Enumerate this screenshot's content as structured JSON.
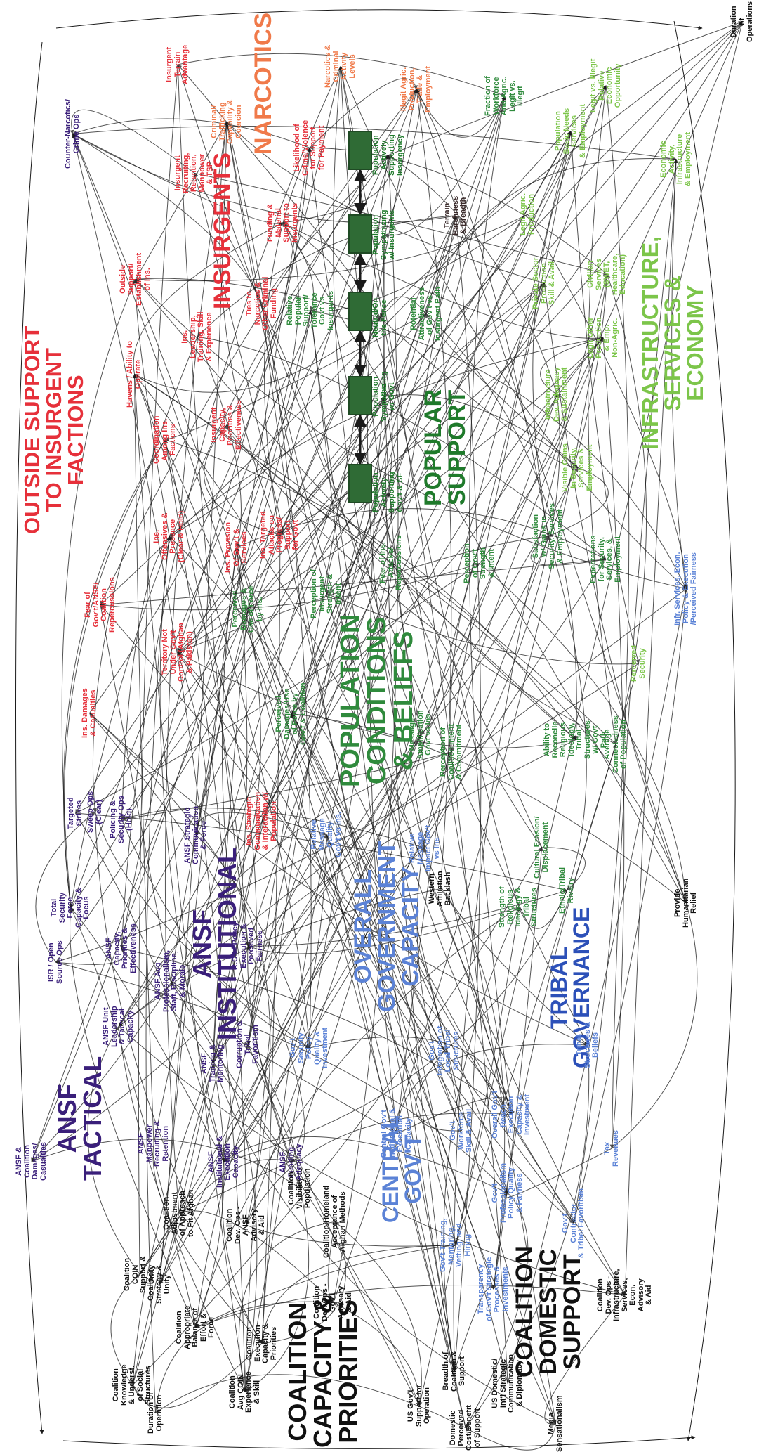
{
  "colors": {
    "coalition": "#111111",
    "ansf": "#3a1f7a",
    "gov": "#5b82d6",
    "tribal": "#2c50b8",
    "popcond": "#2f8a3c",
    "popsupport": "#1f7a2b",
    "infra": "#7cc54a",
    "insurgents": "#e6303a",
    "narcotics": "#f07a4a",
    "outside": "#e6303a",
    "link": "#1a1a1a",
    "stock": "#2f6b35"
  },
  "sectors": {
    "coalition_capacity": "COALITION\nCAPACITY &\nPRIORITIES",
    "coalition_domestic": "COALITION\nDOMESTIC\nSUPPORT",
    "ansf_tactical": "ANSF\nTACTICAL",
    "ansf_institutional": "ANSF\nINSTITUTIONAL",
    "central_govt": "CENTRAL\nGOV'T",
    "overall_govt": "OVERALL\nGOVERNMENT\nCAPACITY",
    "tribal": "TRIBAL\nGOVERNANCE",
    "population_conditions": "POPULATION\nCONDITIONS\n& BELIEFS",
    "popular_support": "POPULAR\nSUPPORT",
    "infrastructure": "INFRASTRUCTURE,\nSERVICES &\nECONOMY",
    "insurgents": "INSURGENTS",
    "narcotics": "NARCOTICS",
    "outside_support": "OUTSIDE SUPPORT\nTO INSURGENT\nFACTIONS"
  },
  "stocks": [
    "Population\nActively\nSupporting\nInsurgency",
    "Population\nSympathizing\nw/ Insurgents",
    "Neutral/On\nthe Fence",
    "Population\nSympathizing\nw/ Govt",
    "Population\nActively\nSupporting\nGov't & SF"
  ],
  "nodes": {
    "duration_operations_top": "Duration\nof\nOperations",
    "counter_narcotics": "Counter-Narcotics/\nCrime Ops",
    "ins_terrain_adv": "Insurgent\nTerrain\nAdvantage",
    "criminal_trafficking": "Criminal/\nTrafficking\nCapability &\nCoercion",
    "narcotics_activity": "Narcotics &\nCriminal\nActivity\nLevels",
    "illegit_agric": "Illegit Agric.\nProduction,\nTrade &\nEmployment",
    "fraction_workforce": "Fraction of\nWorkforce\nAnd Agric.\nLegit vs.\nIllegit",
    "legit_vs_illegit": "Legit vs. Illegit\nRelative\nEconomic\nOpportunity",
    "pop_basic_needs": "Population\nBasic Needs\nServices\n& Employment",
    "economic_activity": "Economic\nActivity,\nInfrastructure\n& Employment",
    "ins_recruiting": "Insurgent\nRecruiting,\nRetention,\nManpower\n& TSP",
    "likelihood_crime": "Likelihood of\nCrime/Violence\nfor Support\nfor Payment",
    "terrain_harshness": "Terrain\nHarshness\n& Breadth",
    "legit_agric": "Legit Agric.\nProduction",
    "funding_material": "Funding &\nMaterial\nSupport to\nInsurgents",
    "outside_support_node": "Outside\nSupport/\nEstablishment\nof Ins.",
    "ties_narcotics": "Ties to\nNarcotics &\nOther Criminal\nFunding",
    "relative_popular_support": "Relative\nPopular\nSupport/\nTolerance\nGovt vs\nInsurgents",
    "private_sector": "Private Sector\nProduction\nSkill & Avail",
    "civilian_services": "Civilian\nServices\n(SWET,\nHealthcare,\nEducation)",
    "legit_other": "Legit Other\nProduction\n& Emp.\nNon-Agric.",
    "ins_leadership": "Ins.\nLeadership,\nTraining, Skill\n& Experience",
    "havens": "Havens / Ability to\nOperate",
    "potential_attractiveness": "Potential\nAttractiveness\nof Gov't vs.\nInsurgent Path",
    "infra_dev": "Infrastructure\nDev. Adequacy\n& Sustainment",
    "coordination": "Coordination\nAmong Ins.\nFactions",
    "ins_capacity": "Insurgent\nCapacity,\nPriorities &\nEffectiveness",
    "visible_gains": "Visible Gains\nIn Security,\nServices &\nEmployment",
    "satisfaction": "Satisfaction\nw/ Gains in\nSecurity, Services\n& Employment",
    "expectations": "Expectations\nfor Security,\nServices, &\nEmployment",
    "ins_offensives": "Ins.\nOffensives &\nPresence\n(Clear & Hold)",
    "ins_provision": "Ins. Provision\nOf Gov't &\nServices",
    "ins_targeted_attacks": "Ins. Targeted\nAttacks on\nProgress/\nSupport\nfor Govt",
    "fear_ins_attacks": "Fear of Ins.\nAttacks/\nRepercussions",
    "perception_govt_strength": "Perception\nof Gov't\nStrength\n& Intent",
    "infra_services_econ": "Infr. Services, Econ.\nPolicy & Execution\n/Perceived Fairness",
    "fear_govt_ansf": "Fear of\nGov't/ANSF/\nCoalition\nRepercussions",
    "territory_not_under": "Territory Not\nUnder Gov't\nControl (Afghan\n& Pakistan)",
    "perceived_damages_ins": "Perceived\nDamages &\nUse of Force\nby Ins.",
    "perception_ins_strength": "Perception of\nInsurgent\nStrength &\nIntent",
    "perceived_security": "Perceived\nSecurity",
    "ins_damages": "Ins. Damages\n& Casualties",
    "perceived_damages_govt": "Perceived\nDamages/Use\nof Force by\nGov't & Coalition",
    "message_amplification": "Message\nAmplification\nGovt vs Ins",
    "perception_coalition": "Perception of\nCoalition Intent\n& Commitment",
    "ability_reconcile": "Ability to\nReconcile\nReligious\nIdeology,\nTribal\nStructures\nw/ Govt\nPath",
    "average_connectedness": "Average\nConnectedness\nof Population",
    "targeted_strikes": "Targeted\nStrikes",
    "sweep_ops": "Sweep Ops\n(Clear)",
    "policing_security": "Policing &\nSecurity Ops\n(Hold)",
    "ins_strategic_comm": "Ins. Strategic\nCommunication\n& Interaction w/\nPopulation",
    "relative_message_quality": "Relative\nMessage\nQuality\nGov't vs Ins.",
    "relative_message_impact": "Relative\nMessage\nImpact Gov't\nvs Ins",
    "cultural_erosion": "Cultural Erosion/\nDisplacement",
    "western_affiliation": "Western\nAffiliation\nBacklash",
    "provide_humanitarian": "Provide\nHumanitarian\nRelief",
    "total_security_force": "Total\nSecurity\nForce\nCapacity &\nFocus",
    "ansf_strategic": "ANSF Strategic\nCommunication\n& Force",
    "rol_policy": "R.O.L. Policy\nExecution &\nPerceived\nFairness",
    "strength_religious": "Strength of\nReligious\nIdeology &\nTribal\nStructures",
    "ethnic_tribal_rivalry": "Ethnic/Tribal\nRivalry",
    "isr_open_source": "ISR / Open\nSource Ops",
    "ansf_capacity": "ANSF\nCapacity,\nPriorities &\nEffectiveness",
    "ansf_avg_professionalism": "ANSF Avg\nProfessionalism,\nStaff, Discipline,\n& Morale",
    "corruption_tribal": "Corruption &\nTribal\nFavoritism",
    "govt_security_policy": "Gov't\nSecurity\nPolicy\nQuality &\nInvestment",
    "govt_integration_tribal": "Gov't\nIntegration of\nLocal Tribal\nStructures",
    "tribal_structures_beliefs": "Tribal\nStructures &\nBeliefs",
    "ansf_unit_leadership": "ANSF Unit\nLeadership\n& Tactical\nCapacity",
    "ansf_training_mentoring": "ANSF\nTraining &\nMentoring",
    "overall_govt_reach": "Overall Gov't\nReach,\nExecution\nCapacity &\nInvestment",
    "ansf_casualties": "ANSF &\nCoalition\nDamages/\nCasualties",
    "ansf_manpower": "ANSF\nManpower\nRecruiting &\nRetention",
    "ansf_institutional_capacity": "ANSF\nInstitutional &\nExecution\nCapacity",
    "ansf_funding": "ANSF\nFunding\nAdequacy",
    "central_govt_capacity": "Central Gov't\nInstitutional &\nExecution\nCapacity",
    "govt_workforce": "Gov't\nWorkforce\nSkill & Avail",
    "govt_professionalism": "Gov't\nProfessionalism\nPolicy Quality\n& Fairness",
    "tax_revenues": "Tax\nRevenues",
    "coalition_adjustment": "Coalition\nAdjustment\nof Approach\nto Fit Afghan",
    "coalition_devops_ansf": "Coalition\nDev. Ops -\nANSF\nAdvisory\n& Aid",
    "coalition_visibility": "Coalition\nVisibility to\nPopulation",
    "coalition_homeland": "Coalition/Homeland\nAcceptance of\nAfghan Methods",
    "govt_training": "Gov't Training,\nMentoring,\nVetting, and\nHiring",
    "govt_contractor": "Gov't\nContractor\n& Tribal Favoritism",
    "coalition_devops_econ": "Coalition\nDev. Ops -\nInfrastructure,\nServices,\nEcon.\nAdvisory\n& Aid",
    "coalition_coin_support": "Coalition\nCOIN\nSupport &\nUnity",
    "coalition_strategy": "Coalition\nStrategy &\nUnity",
    "coalition_balance": "Coalition\nAppropriate\nBalance of\nEffort &\nForce",
    "coalition_devops_govt": "Coalition\nDev. Ops -\nGov't\nAdvisory\n& Aid",
    "transparency": "Transparency\nof Gov't Strategic\nProcesses &\nInvestments",
    "coalition_knowledge": "Coalition\nKnowledge\n& Underst.\nof Social\nStructures",
    "coalition_execution": "Coalition\nExecution\nCapacity &\nPriorities",
    "coalition_avg_coin": "Coalition\nAvg COIN\nExperience\n& Skill",
    "duration_operation_bottom": "Duration of\nOperation",
    "us_govt_support": "US Gov't\nSupport for\nOperation",
    "breadth_coalition": "Breadth of\nCoalition &\nSupport",
    "us_domestic": "US Domestic/\nInt'l Strategic\nCommunication\n& Diplomacy",
    "domestic_perceived": "Domestic\nPerceived\nCost/Benefit\nof Support",
    "media_sensationalism": "Media\nSensationalism"
  }
}
